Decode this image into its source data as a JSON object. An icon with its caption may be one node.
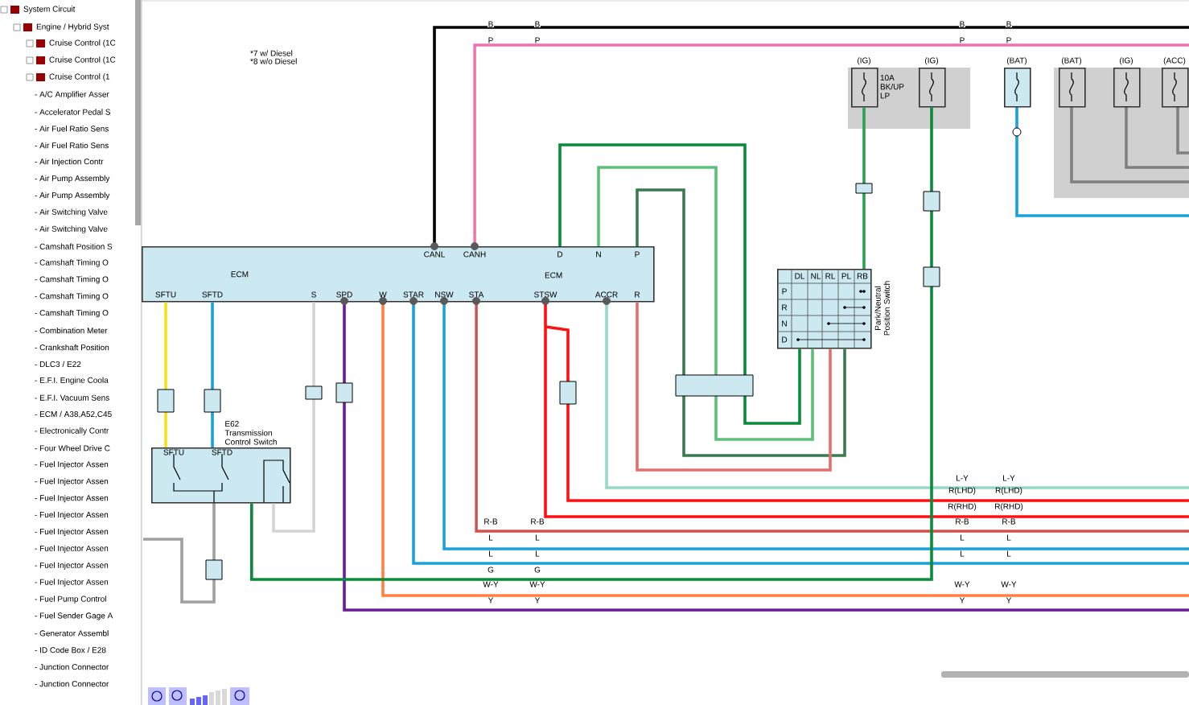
{
  "diagram": {
    "nodes": [
      {
        "text": [
          "ECM"
        ]
      },
      {
        "text": [
          "E62 Transmission Control Switch"
        ]
      },
      {
        "text": [
          "Park/Neutral Position Switch"
        ]
      },
      {
        "text": [
          "(IG)"
        ],
        "beside": [
          "10A BK/UP LP"
        ]
      },
      {
        "text": [
          "(IG)"
        ]
      },
      {
        "text": [
          "(BAT)"
        ]
      },
      {
        "text": [
          "(BAT)"
        ]
      },
      {
        "text": [
          "(IG)"
        ]
      },
      {
        "text": [
          "(ACC)"
        ]
      }
    ],
    "edges": [
      {
        "from": 0,
        "to": 1,
        "arrow": "none",
        "color": "#f2e21a"
      },
      {
        "from": 0,
        "to": 1,
        "arrow": "none",
        "color": "#1ba1d8"
      },
      {
        "from": 0,
        "to": 1,
        "arrow": "none",
        "color": "#d4d4d4"
      },
      {
        "from": 0,
        "to": 2,
        "arrow": "none",
        "color": "#0a8a3a"
      },
      {
        "from": 0,
        "to": 2,
        "arrow": "none",
        "color": "#5cbf7a"
      },
      {
        "from": 0,
        "to": 2,
        "arrow": "none",
        "color": "#3a7a50"
      },
      {
        "from": 0,
        "to": 2,
        "arrow": "none",
        "color": "#e07070"
      },
      {
        "from": 3,
        "to": 2,
        "arrow": "none",
        "color": "#2aa050"
      },
      {
        "from": 4,
        "to": 1,
        "arrow": "none",
        "color": "#0a8a3a"
      }
    ],
    "labels": [
      "System Circuit",
      "Engine / Hybrid Syst",
      "Cruise Control (1C",
      "Cruise Control (1C",
      "Cruise Control (1",
      "- A/C Amplifier Asser",
      "- Accelerator Pedal S",
      "- Air Fuel Ratio Sens",
      "- Air Fuel Ratio Sens",
      "- Air Injection Contr",
      "- Air Pump Assembly",
      "- Air Pump Assembly",
      "- Air Switching Valve",
      "- Air Switching Valve",
      "- Camshaft Position S",
      "- Camshaft Timing O",
      "- Camshaft Timing O",
      "- Camshaft Timing O",
      "- Camshaft Timing O",
      "- Combination Meter",
      "- Crankshaft Position",
      "- DLC3 / E22",
      "- E.F.I. Engine Coola",
      "- E.F.I. Vacuum Sens",
      "- ECM / A38,A52,C45",
      "- Electronically Contr",
      "- Four Wheel Drive C",
      "- Fuel Injector Assen",
      "- Fuel Injector Assen",
      "- Fuel Injector Assen",
      "- Fuel Injector Assen",
      "- Fuel Injector Assen",
      "- Fuel Injector Assen",
      "- Fuel Injector Assen",
      "- Fuel Injector Assen",
      "- Fuel Pump Control",
      "- Fuel Sender Gage A",
      "- Generator Assembl",
      "- ID Code Box / E28",
      "- Junction Connector",
      "- Junction Connector",
      "*7 w/ Diesel",
      "*8 w/o Diesel",
      "B",
      "B",
      "B",
      "B",
      "P",
      "P",
      "P",
      "P",
      "CANL",
      "CANH",
      "D",
      "N",
      "P",
      "ECM",
      "SFTU",
      "SFTD",
      "S",
      "SPD",
      "W",
      "STAR",
      "NSW",
      "STA",
      "STSW",
      "ACCR",
      "R",
      "SFTU",
      "SFTD",
      "DL",
      "NL",
      "RL",
      "PL",
      "RB",
      "P",
      "R",
      "N",
      "D",
      "L-Y",
      "L-Y",
      "R(LHD)",
      "R(LHD)",
      "R(RHD)",
      "R(RHD)",
      "R-B",
      "R-B",
      "R-B",
      "R-B",
      "L",
      "L",
      "L",
      "L",
      "L",
      "L",
      "L",
      "L",
      "G",
      "G",
      "W-Y",
      "W-Y",
      "W-Y",
      "W-Y",
      "Y",
      "Y",
      "Y",
      "Y"
    ]
  }
}
